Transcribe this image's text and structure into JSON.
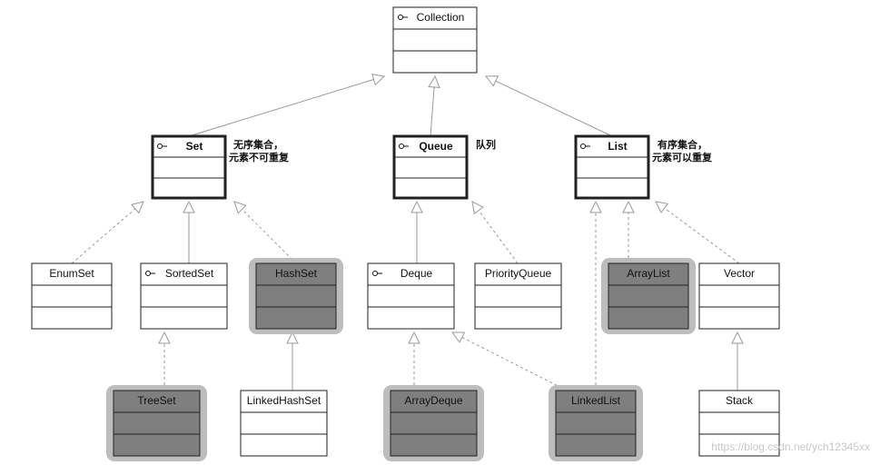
{
  "classes": {
    "collection": {
      "name": "Collection",
      "kind": "interface",
      "style": "normal"
    },
    "set": {
      "name": "Set",
      "kind": "interface",
      "style": "bold"
    },
    "queue": {
      "name": "Queue",
      "kind": "interface",
      "style": "bold"
    },
    "list": {
      "name": "List",
      "kind": "interface",
      "style": "bold"
    },
    "enumset": {
      "name": "EnumSet",
      "kind": "class",
      "style": "normal"
    },
    "sortedset": {
      "name": "SortedSet",
      "kind": "interface",
      "style": "normal"
    },
    "hashset": {
      "name": "HashSet",
      "kind": "class",
      "style": "highlight"
    },
    "deque": {
      "name": "Deque",
      "kind": "interface",
      "style": "normal"
    },
    "priorityqueue": {
      "name": "PriorityQueue",
      "kind": "class",
      "style": "normal"
    },
    "arraylist": {
      "name": "ArrayList",
      "kind": "class",
      "style": "highlight"
    },
    "vector": {
      "name": "Vector",
      "kind": "class",
      "style": "normal"
    },
    "treeset": {
      "name": "TreeSet",
      "kind": "class",
      "style": "highlight"
    },
    "linkedhashset": {
      "name": "LinkedHashSet",
      "kind": "class",
      "style": "normal"
    },
    "arraydeque": {
      "name": "ArrayDeque",
      "kind": "class",
      "style": "highlight"
    },
    "linkedlist": {
      "name": "LinkedList",
      "kind": "class",
      "style": "highlight"
    },
    "stack": {
      "name": "Stack",
      "kind": "class",
      "style": "normal"
    }
  },
  "notes": {
    "set_line1": "无序集合，",
    "set_line2": "元素不可重复",
    "queue": "队列",
    "list_line1": "有序集合，",
    "list_line2": "元素可以重复"
  },
  "relations": [
    {
      "from": "set",
      "to": "collection",
      "type": "extends"
    },
    {
      "from": "queue",
      "to": "collection",
      "type": "extends"
    },
    {
      "from": "list",
      "to": "collection",
      "type": "extends"
    },
    {
      "from": "enumset",
      "to": "set",
      "type": "implements"
    },
    {
      "from": "sortedset",
      "to": "set",
      "type": "extends"
    },
    {
      "from": "hashset",
      "to": "set",
      "type": "implements"
    },
    {
      "from": "deque",
      "to": "queue",
      "type": "extends"
    },
    {
      "from": "priorityqueue",
      "to": "queue",
      "type": "implements"
    },
    {
      "from": "arraylist",
      "to": "list",
      "type": "implements"
    },
    {
      "from": "linkedlist",
      "to": "list",
      "type": "implements"
    },
    {
      "from": "vector",
      "to": "list",
      "type": "implements"
    },
    {
      "from": "treeset",
      "to": "sortedset",
      "type": "implements"
    },
    {
      "from": "linkedhashset",
      "to": "hashset",
      "type": "extends"
    },
    {
      "from": "arraydeque",
      "to": "deque",
      "type": "implements"
    },
    {
      "from": "linkedlist",
      "to": "deque",
      "type": "implements"
    },
    {
      "from": "stack",
      "to": "vector",
      "type": "extends"
    }
  ],
  "watermark": "https://blog.csdn.net/ych12345xx",
  "colors": {
    "highlight_fill": "#7f7f7f",
    "highlight_shadow": "#bdbdbd",
    "box_fill": "#ffffff",
    "border": "#222222",
    "line": "#9a9a9a"
  }
}
